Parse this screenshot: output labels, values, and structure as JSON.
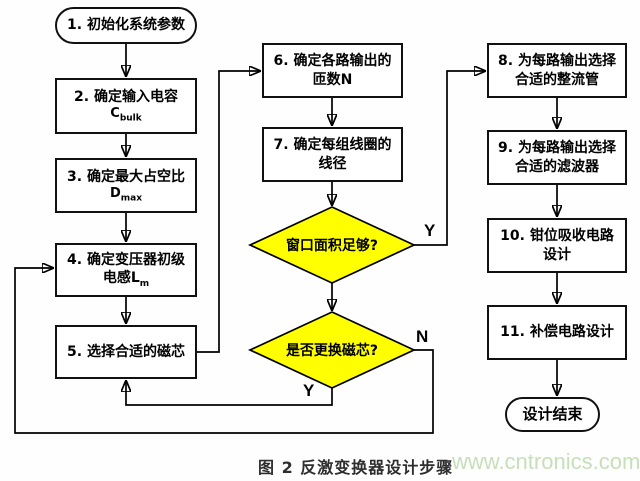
{
  "figure": {
    "caption": "图 2 反激变换器设计步骤",
    "watermark": "www.cntronics.com",
    "colors": {
      "decision_fill": "#ffff00",
      "watermark": "#c7dfb8"
    }
  },
  "nodes": {
    "start": {
      "label": "1. 初始化系统参数"
    },
    "step2": {
      "line1": "2. 确定输入电容",
      "sym": "C",
      "sub": "bulk"
    },
    "step3": {
      "line1": "3. 确定最大占空比",
      "sym": "D",
      "sub": "max"
    },
    "step4": {
      "line1": "4. 确定变压器初级",
      "line2": "电感",
      "sym": "L",
      "sub": "m"
    },
    "step5": {
      "label": "5. 选择合适的磁芯"
    },
    "step6": {
      "line1": "6. 确定各路输出的",
      "line2": "匝数N"
    },
    "step7": {
      "line1": "7. 确定每组线圈的",
      "line2": "线径"
    },
    "decision_window": {
      "label": "窗口面积足够?"
    },
    "decision_core": {
      "label": "是否更换磁芯?"
    },
    "step8": {
      "line1": "8. 为每路输出选择",
      "line2": "合适的整流管"
    },
    "step9": {
      "line1": "9. 为每路输出选择",
      "line2": "合适的滤波器"
    },
    "step10": {
      "line1": "10. 钳位吸收电路",
      "line2": "设计"
    },
    "step11": {
      "label": "11. 补偿电路设计"
    },
    "end": {
      "label": "设计结束"
    }
  },
  "branch_labels": {
    "window_yes": "Y",
    "core_yes": "Y",
    "core_no": "N"
  }
}
